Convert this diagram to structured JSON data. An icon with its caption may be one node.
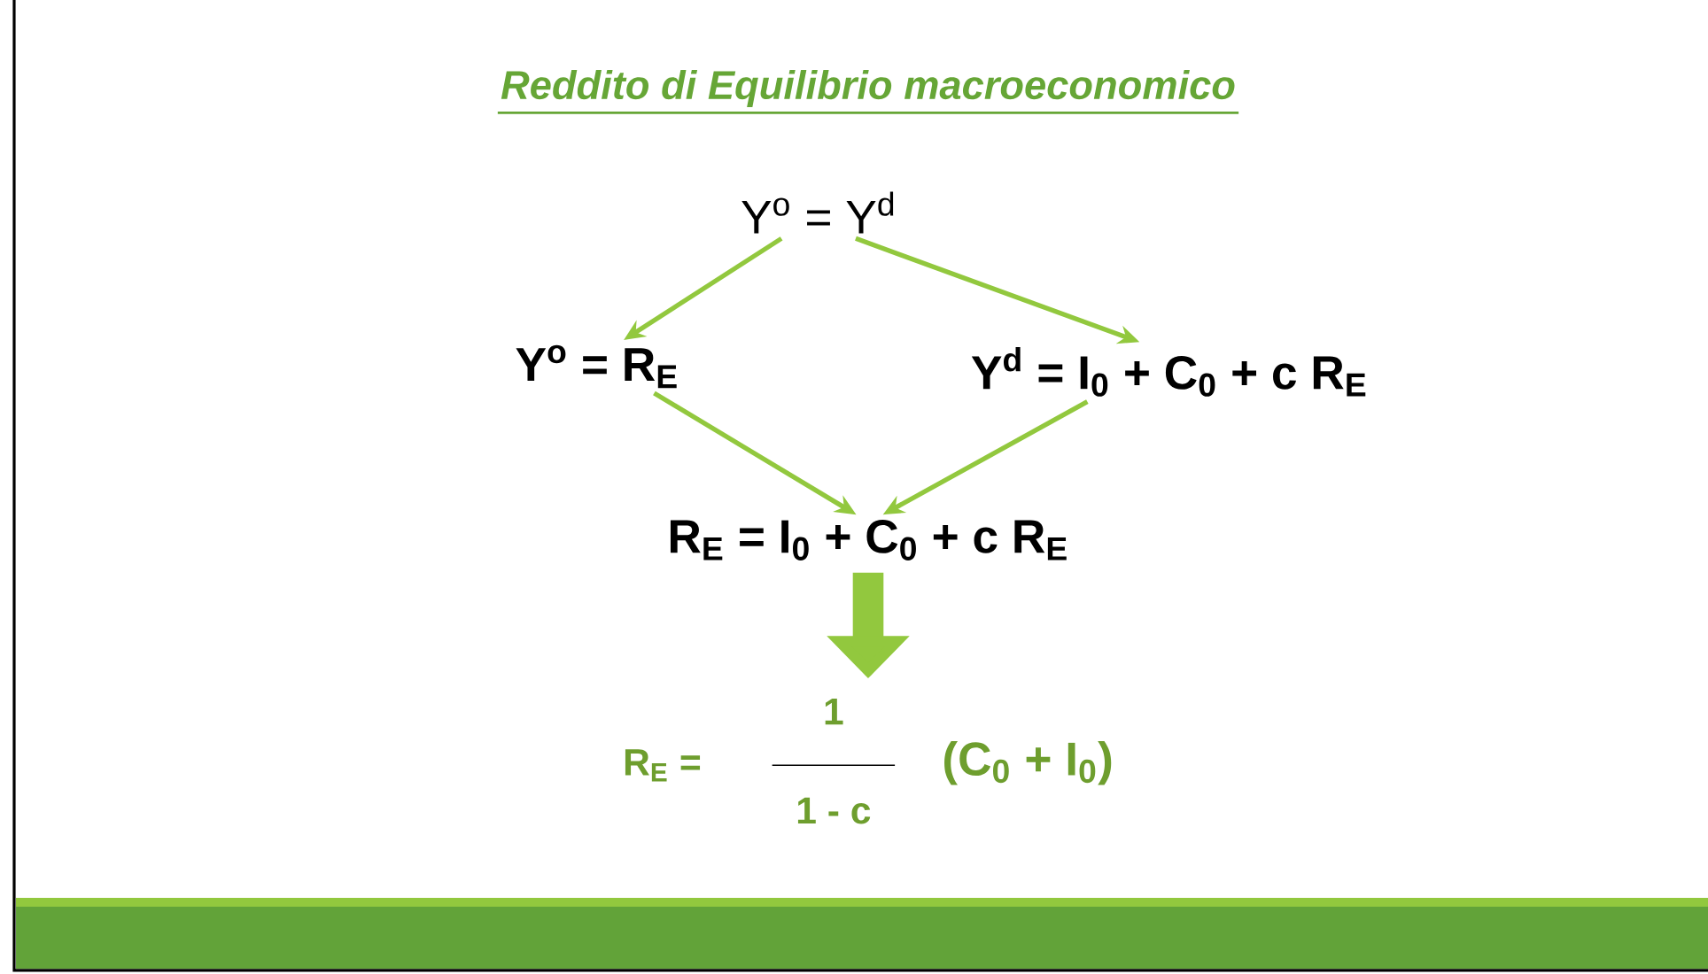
{
  "diagram": {
    "title": "Reddito di Equilibrio macroeconomico",
    "nodes": [
      {
        "text": [
          "Y$^{o}$ = Y$^{d}$"
        ]
      },
      {
        "text": [
          "Y$^{o}$ = R$_{E}$"
        ]
      },
      {
        "text": [
          "Y$^{d}$ = I$_{0}$ + C$_{0}$ + c R$_{E}$"
        ]
      },
      {
        "text": [
          "R$_{E}$ = I$_{0}$ + C$_{0}$ + c R$_{E}$"
        ]
      },
      {
        "text": [
          "R$_{E}$ =",
          "1",
          "1 - c",
          "(C$_{0}$ + I$_{0}$)"
        ]
      }
    ],
    "edges": [
      {
        "from": 0,
        "to": 1,
        "arrow": "to"
      },
      {
        "from": 0,
        "to": 2,
        "arrow": "to"
      },
      {
        "from": 1,
        "to": 3,
        "arrow": "to"
      },
      {
        "from": 2,
        "to": 3,
        "arrow": "to"
      },
      {
        "from": 3,
        "to": 4,
        "arrow": "to",
        "style": "thick"
      }
    ]
  }
}
